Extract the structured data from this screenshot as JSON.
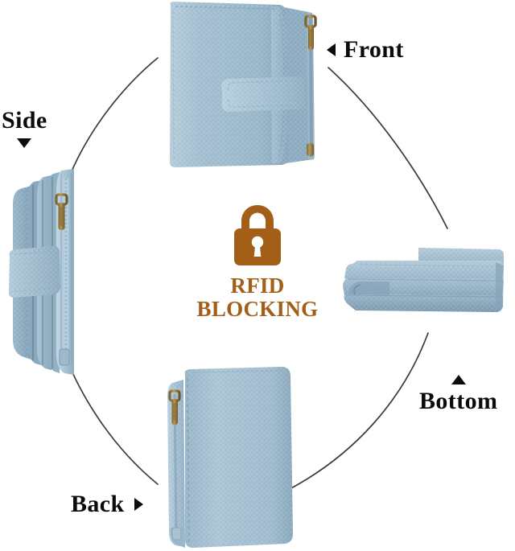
{
  "background_color": "#ffffff",
  "product": {
    "material_description": "pebbled leather",
    "leather_color": "#a2bdd0",
    "leather_color_light": "#bcd2e0",
    "leather_color_dark": "#7e9bb2",
    "hardware_color": "#9a7b3f",
    "stitch_color": "#7f9aad"
  },
  "center_badge": {
    "icon": "padlock-icon",
    "accent_color": "#a35e18",
    "line1": "RFID",
    "line2": "BLOCKING"
  },
  "callouts": [
    {
      "id": "front",
      "label": "Front",
      "marker": "◄",
      "marker_name": "triangle-left-icon"
    },
    {
      "id": "side",
      "label": "Side",
      "marker": "▼",
      "marker_name": "triangle-down-icon"
    },
    {
      "id": "bottom",
      "label": "Bottom",
      "marker": "▲",
      "marker_name": "triangle-up-icon"
    },
    {
      "id": "back",
      "label": "Back",
      "marker": "►",
      "marker_name": "triangle-right-icon"
    }
  ],
  "views": [
    {
      "id": "front",
      "name": "front-view",
      "description": "bifold wallet front with snap strap and side zipper"
    },
    {
      "id": "side",
      "name": "side-view",
      "description": "folded wallet viewed edge-on with strap band and zipper"
    },
    {
      "id": "bottom",
      "name": "bottom-view",
      "description": "wallet base edge showing folded layers"
    },
    {
      "id": "back",
      "name": "back-view",
      "description": "plain back panel with edge zipper"
    }
  ],
  "connectors": {
    "type": "circle-arc",
    "color": "#3a3a3a",
    "count": 4
  }
}
